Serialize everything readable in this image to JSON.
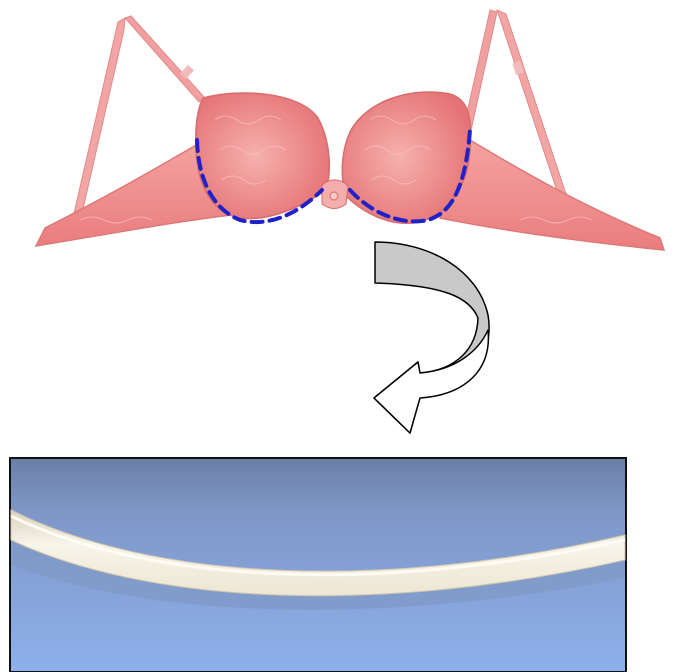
{
  "figure": {
    "subject": "bra",
    "detail": "underwire"
  },
  "colors": {
    "bra_fabric": "#f08c8c",
    "bra_shadow": "#e06f72",
    "dashed_outline": "#1f22c8",
    "arrow_fill": "#c9c9c9",
    "closeup_background": "#8aaeea",
    "underwire": "#f4f1e4",
    "frame_border": "#111111"
  },
  "icons": {
    "arrow": "curved-arrow-down-left",
    "outline": "dashed-underwire-outline"
  }
}
